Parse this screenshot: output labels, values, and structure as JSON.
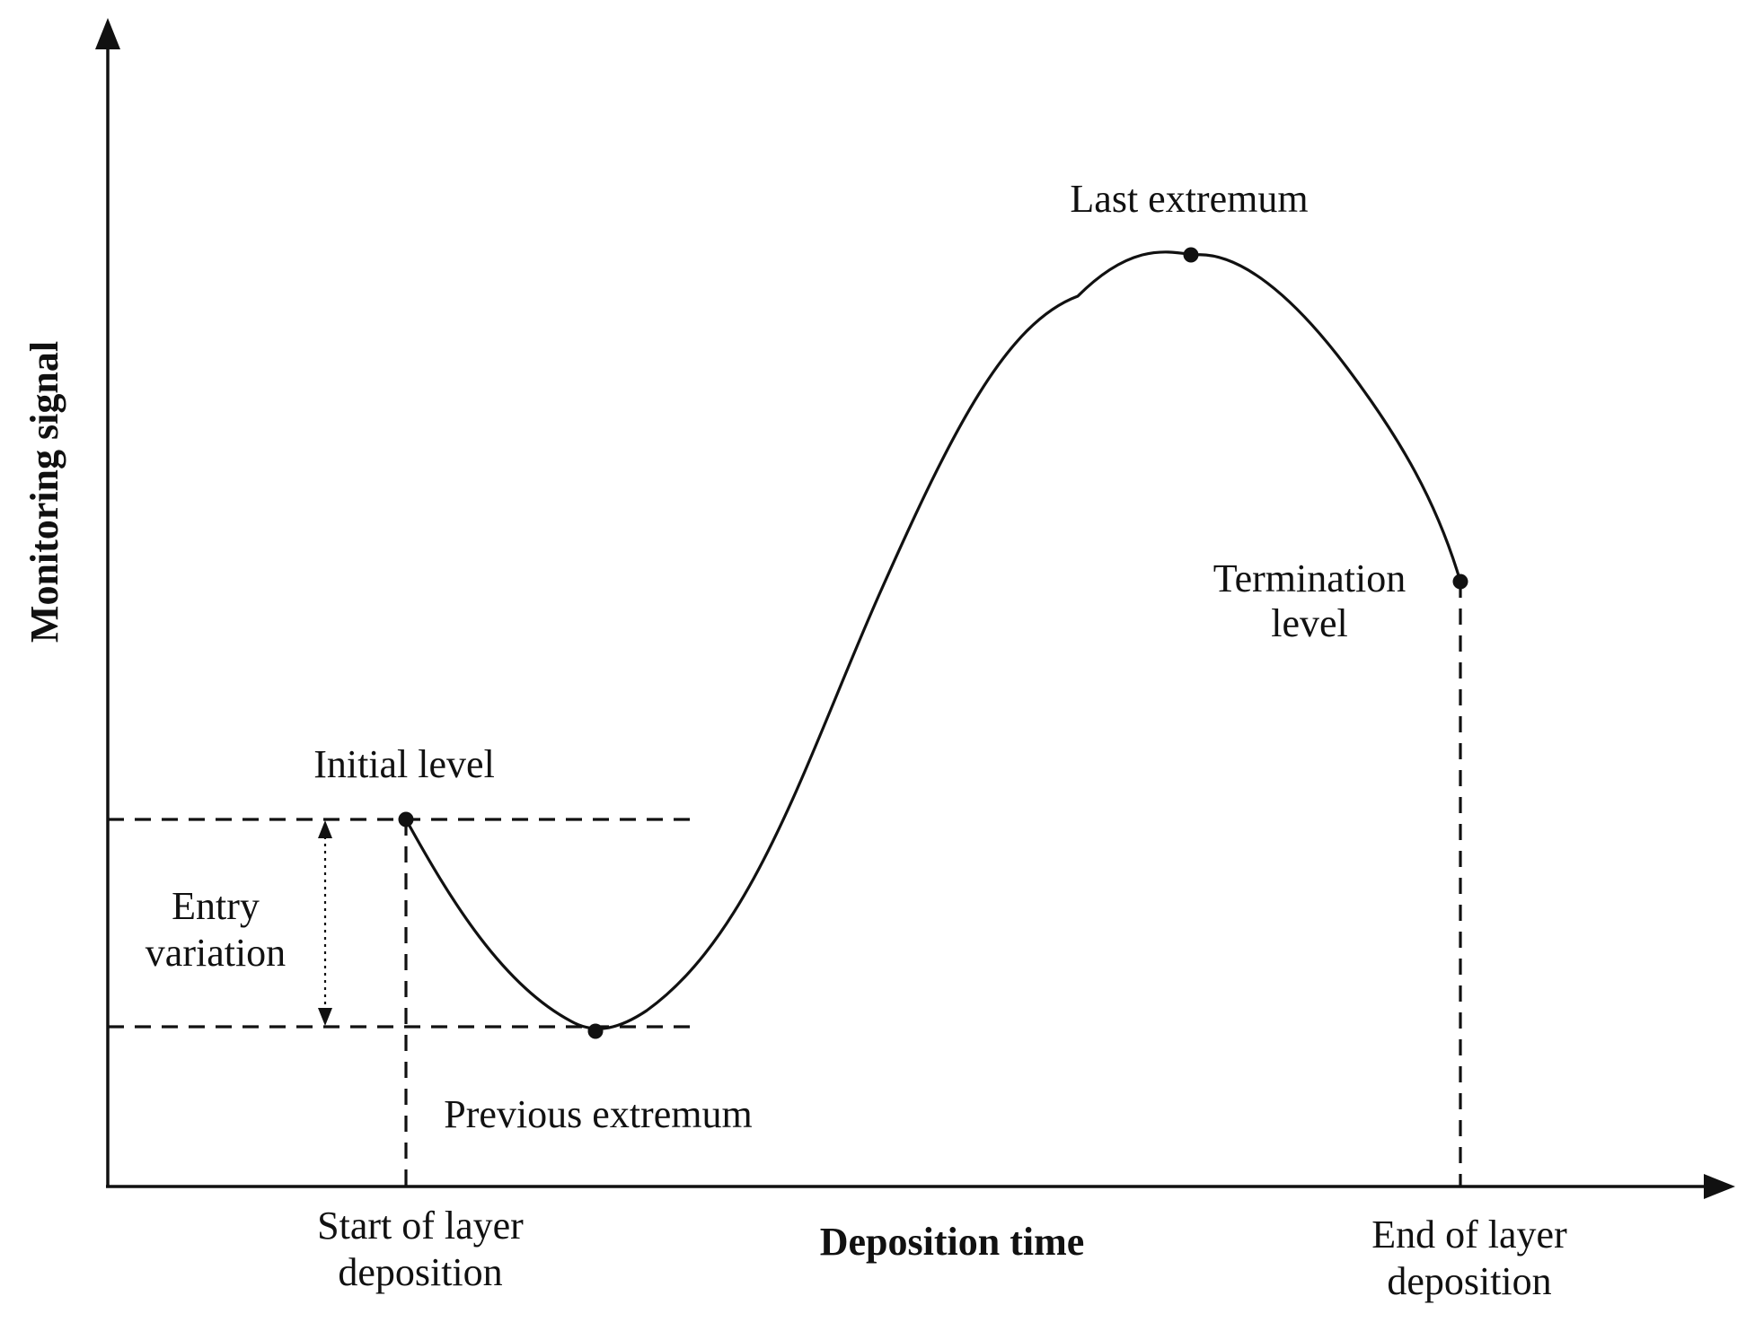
{
  "axes": {
    "y_label": "Monitoring signal",
    "x_label": "Deposition time"
  },
  "annotations": {
    "last_extremum": "Last extremum",
    "termination_level": [
      "Termination",
      "level"
    ],
    "initial_level": "Initial level",
    "entry_variation": [
      "Entry",
      "variation"
    ],
    "previous_extremum": "Previous extremum",
    "start_of_layer": [
      "Start of layer",
      "deposition"
    ],
    "end_of_layer": [
      "End of layer",
      "deposition"
    ]
  },
  "points": {
    "initial_level": "initial-level-point",
    "previous_extremum": "previous-extremum-point",
    "last_extremum": "last-extremum-point",
    "termination_level": "termination-level-point"
  }
}
